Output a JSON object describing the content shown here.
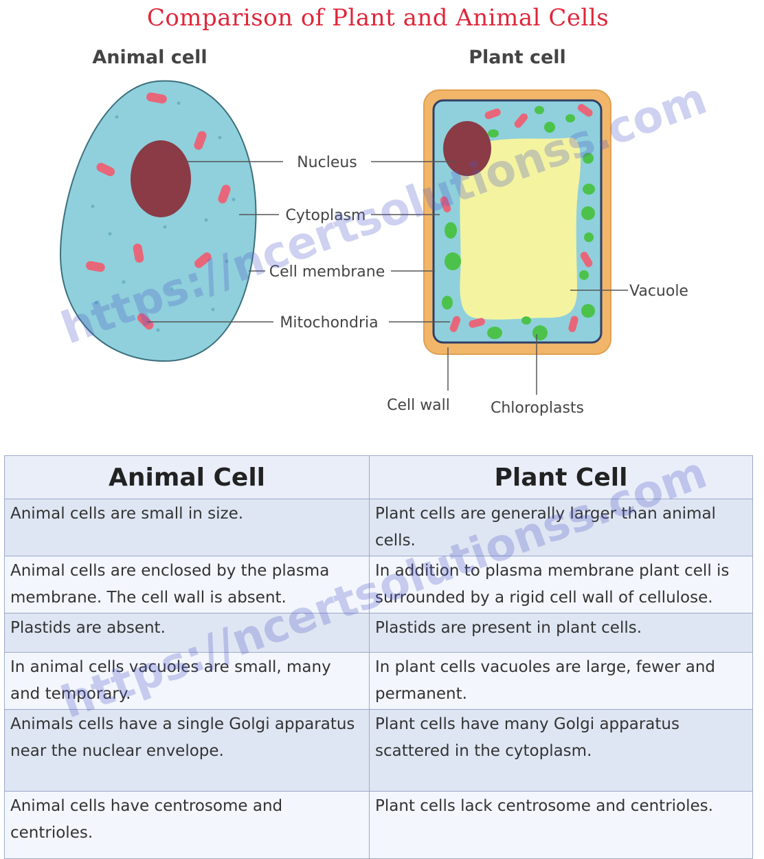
{
  "title": "Comparison of Plant and Animal Cells",
  "diagram": {
    "animal_label": "Animal cell",
    "plant_label": "Plant cell",
    "labels": {
      "nucleus": "Nucleus",
      "cytoplasm": "Cytoplasm",
      "cell_membrane": "Cell membrane",
      "mitochondria": "Mitochondria",
      "vacuole": "Vacuole",
      "cell_wall": "Cell wall",
      "chloroplasts": "Chloroplasts"
    },
    "colors": {
      "cytoplasm": "#8fd0dc",
      "nucleus": "#8a3b45",
      "mitochondria": "#e8667a",
      "vacuole": "#f4f3a0",
      "cell_wall": "#f2b66a",
      "chloroplast": "#4cc24a",
      "title": "#e0263a"
    }
  },
  "watermark": "https://ncertsolutionss.com",
  "table": {
    "headers": [
      "Animal Cell",
      "Plant Cell"
    ],
    "rows": [
      [
        "Animal cells are small in size.",
        "Plant cells are generally larger than animal cells."
      ],
      [
        "Animal cells are enclosed by the plasma membrane. The cell wall is absent.",
        "In addition to plasma membrane plant cell is surrounded by a rigid cell wall of cellulose."
      ],
      [
        "Plastids are absent.",
        "Plastids are present in plant cells."
      ],
      [
        "In animal cells vacuoles are small, many and temporary.",
        "In plant cells vacuoles are large, fewer and permanent."
      ],
      [
        "Animals cells have a single Golgi apparatus near the nuclear envelope.",
        "Plant cells have many Golgi apparatus scattered in the cytoplasm."
      ],
      [
        "Animal cells have centrosome and centrioles.",
        "Plant cells lack centrosome and centrioles."
      ]
    ]
  }
}
